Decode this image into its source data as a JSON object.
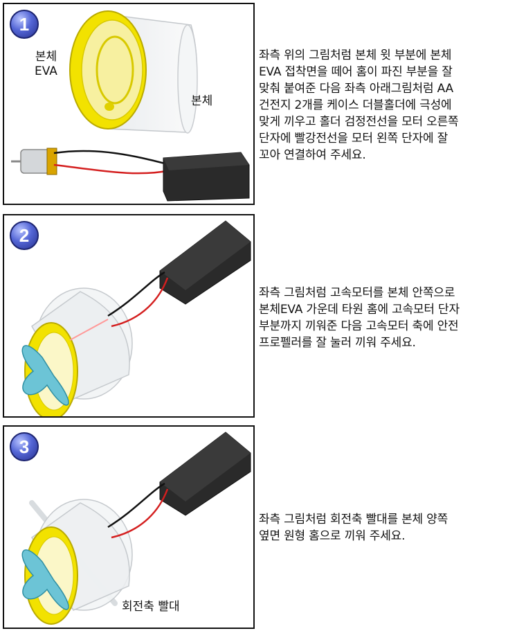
{
  "steps": [
    {
      "number": "1",
      "labels": {
        "eva": "본체\nEVA",
        "body": "본체"
      },
      "text": "좌측 위의 그림처럼 본체 윗 부분에 본체\nEVA 접착면을 떼어 홈이 파진 부분을 잘\n맞춰 붙여준 다음 좌측 아래그림처럼 AA\n건전지 2개를 케이스 더블홀더에 극성에\n맞게 끼우고 홀더 검정전선을 모터 오른쪽\n단자에 빨강전선을 모터 왼쪽 단자에 잘\n꼬아 연결하여 주세요."
    },
    {
      "number": "2",
      "text": "좌측 그림처럼 고속모터를 본체 안쪽으로\n본체EVA 가운데 타원 홈에 고속모터 단자\n부분까지 끼워준 다음 고속모터 축에 안전\n프로펠러를 잘 눌러 끼워 주세요."
    },
    {
      "number": "3",
      "labels": {
        "straw": "회전축 빨대"
      },
      "text": "좌측 그림처럼 회전축 빨대를 본체 양쪽\n옆면 원형 홈으로 끼워 주세요."
    }
  ],
  "colors": {
    "eva_yellow": "#f2e200",
    "battery_black": "#2a2a2a",
    "wire_red": "#d41f1f",
    "propeller_blue": "#6cc4d6"
  }
}
